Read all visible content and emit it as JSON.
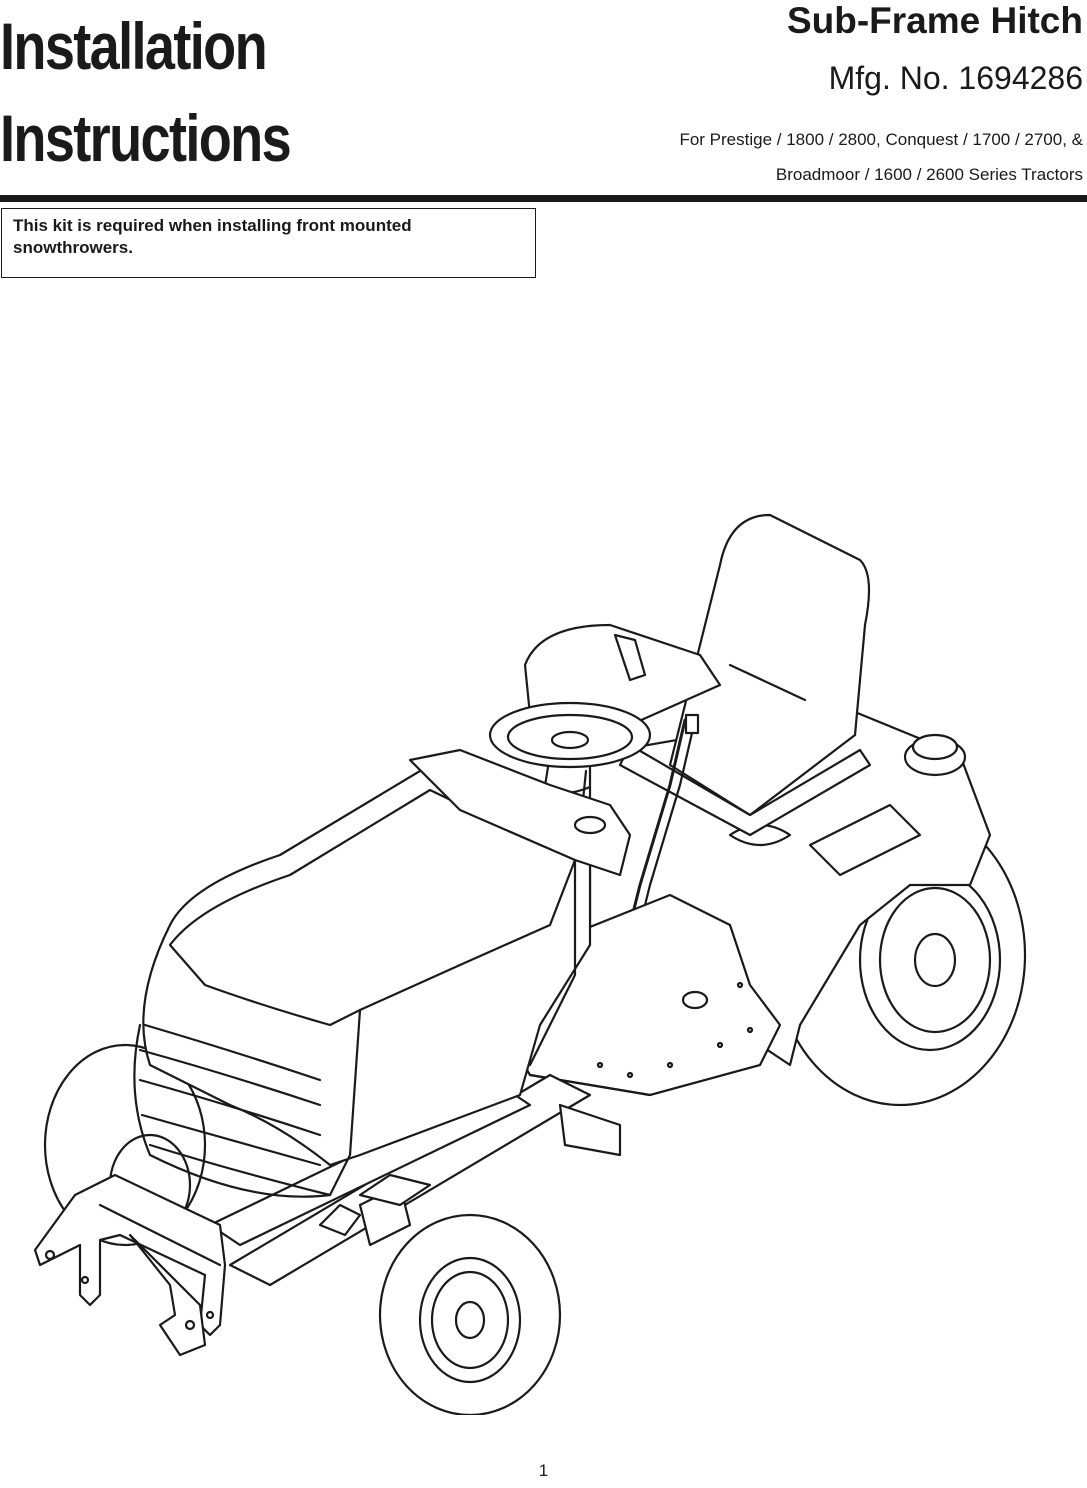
{
  "header": {
    "title_line1": "Installation",
    "title_line2": "Instructions",
    "product_name": "Sub-Frame Hitch",
    "mfg_no": "Mfg. No. 1694286",
    "compat_line1": "For Prestige / 1800 / 2800, Conquest / 1700 / 2700, &",
    "compat_line2": "Broadmoor / 1600 / 2600 Series Tractors"
  },
  "notice": {
    "text": "This kit is required when installing front mounted snowthrowers."
  },
  "illustration": {
    "subject": "riding lawn tractor with front sub-frame hitch"
  },
  "footer": {
    "page_number": "1"
  },
  "colors": {
    "ink": "#1a1a1a",
    "paper": "#ffffff"
  }
}
